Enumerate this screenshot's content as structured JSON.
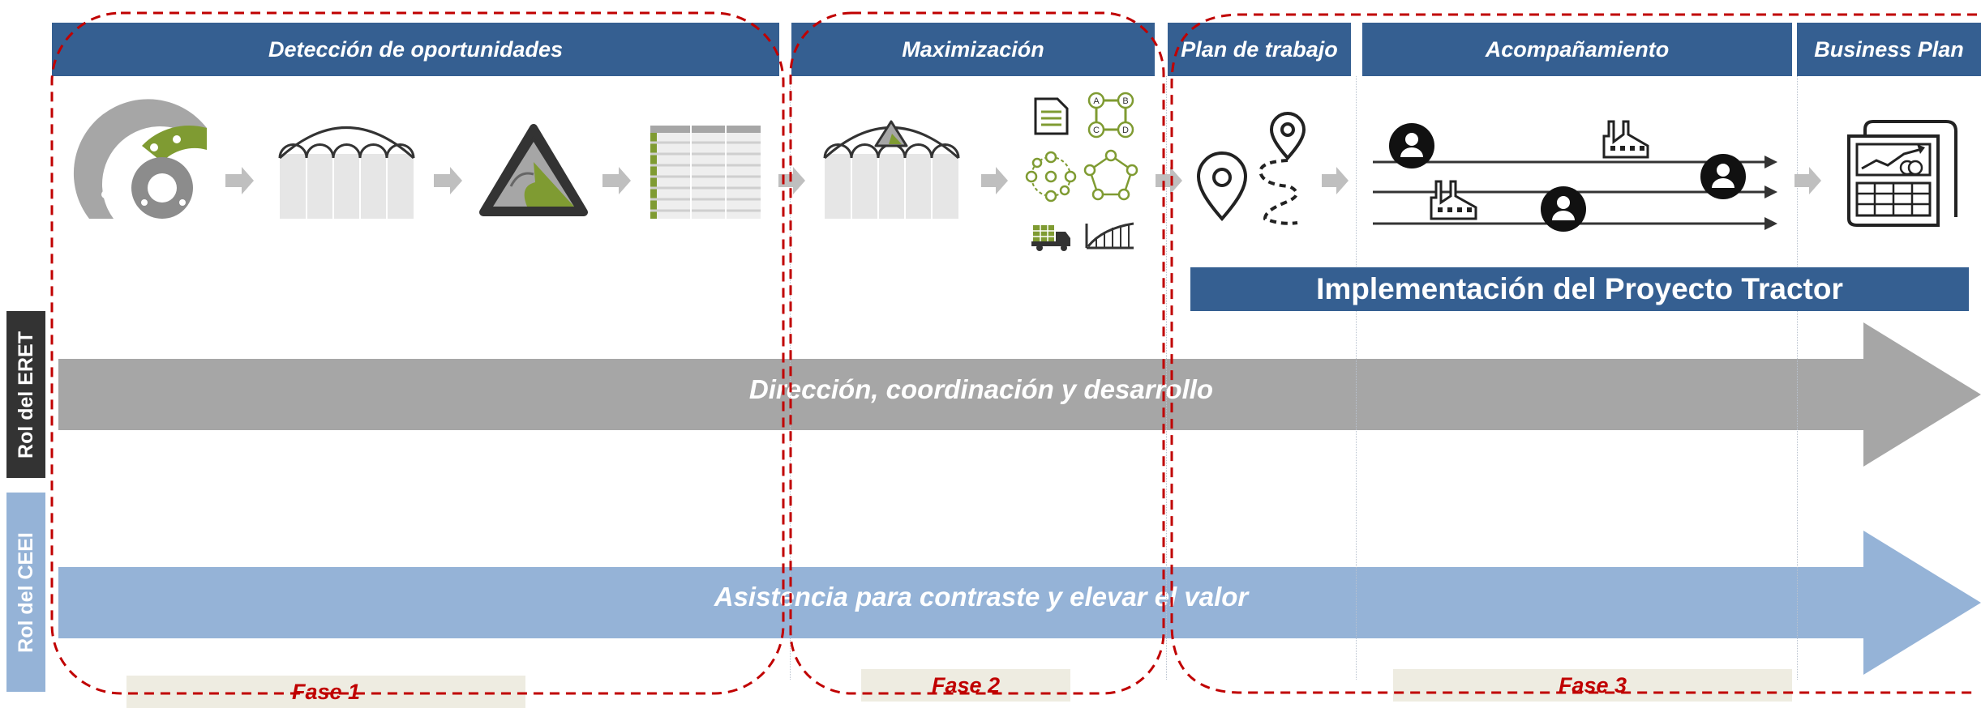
{
  "headers": {
    "deteccion": "Detección de oportunidades",
    "maximizacion": "Maximización",
    "plan_trabajo": "Plan de trabajo",
    "acompanamiento": "Acompañamiento",
    "business_plan": "Business Plan"
  },
  "implementation_banner": "Implementación del Proyecto Tractor",
  "roles": {
    "eret": "Rol del ERET",
    "ceei": "Rol del CEEI"
  },
  "bands": {
    "eret_text": "Dirección, coordinación y desarrollo",
    "ceei_text": "Asistencia para contraste y elevar el valor"
  },
  "phases": {
    "fase1": "Fase 1",
    "fase2": "Fase 2",
    "fase3": "Fase 3"
  },
  "icons": {
    "abc_letters": [
      "A",
      "B",
      "C",
      "D"
    ]
  },
  "colors": {
    "header_blue": "#355f91",
    "eret_gray": "#a6a6a6",
    "ceei_blue": "#95b3d7",
    "dashed_red": "#c00000",
    "accent_green": "#7f9b32",
    "phase_label_bg": "#eeece1"
  }
}
